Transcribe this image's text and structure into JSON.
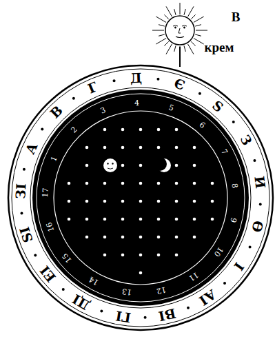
{
  "diagram": {
    "labels": [
      "В",
      "крем",
      "А",
      "В",
      "Г",
      "Д",
      "Є",
      "Ѕ",
      "З",
      "И",
      "Ѳ",
      "І",
      "АІ",
      "ВІ",
      "ГІ",
      "ДІ",
      "ЕІ",
      "ЅІ",
      "ЗІ",
      "1",
      "2",
      "3",
      "4",
      "5",
      "6",
      "7",
      "8",
      "9",
      "10",
      "11",
      "12",
      "13",
      "14",
      "15",
      "16",
      "17"
    ]
  }
}
